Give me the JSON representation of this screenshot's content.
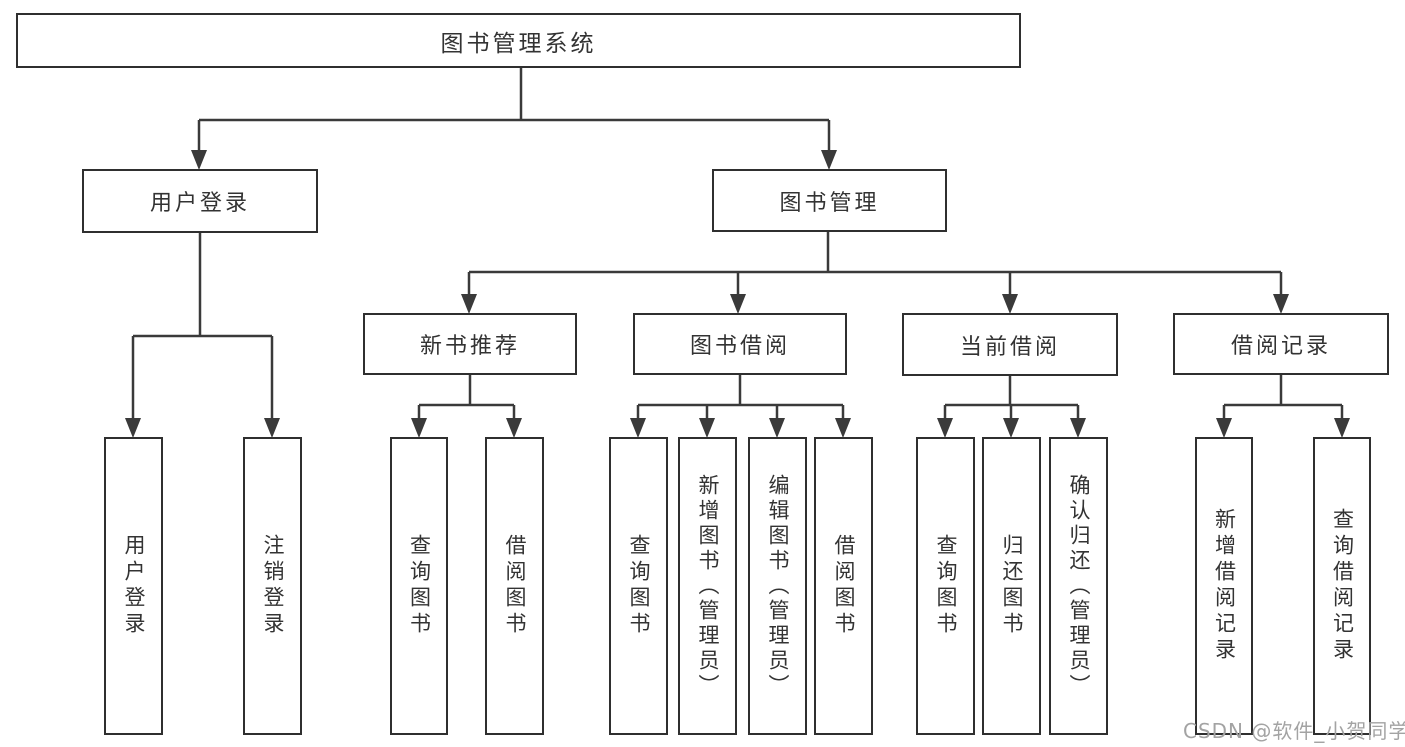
{
  "tree": {
    "root": {
      "label": "图书管理系统"
    },
    "children": [
      {
        "label": "用户登录",
        "children": [
          {
            "label": "用户登录"
          },
          {
            "label": "注销登录"
          }
        ]
      },
      {
        "label": "图书管理",
        "children": [
          {
            "label": "新书推荐",
            "children": [
              {
                "label": "查询图书"
              },
              {
                "label": "借阅图书"
              }
            ]
          },
          {
            "label": "图书借阅",
            "children": [
              {
                "label": "查询图书"
              },
              {
                "label": "新增图书（管理员）"
              },
              {
                "label": "编辑图书（管理员）"
              },
              {
                "label": "借阅图书"
              }
            ]
          },
          {
            "label": "当前借阅",
            "children": [
              {
                "label": "查询图书"
              },
              {
                "label": "归还图书"
              },
              {
                "label": "确认归还（管理员）"
              }
            ]
          },
          {
            "label": "借阅记录",
            "children": [
              {
                "label": "新增借阅记录"
              },
              {
                "label": "查询借阅记录"
              }
            ]
          }
        ]
      }
    ]
  },
  "watermark": {
    "text": "CSDN @软件_小贺同学"
  },
  "colors": {
    "line": "#3a3a3a",
    "box_border": "#2f2f2f",
    "text": "#333333",
    "watermark": "#a3a3a3",
    "background": "#ffffff"
  }
}
